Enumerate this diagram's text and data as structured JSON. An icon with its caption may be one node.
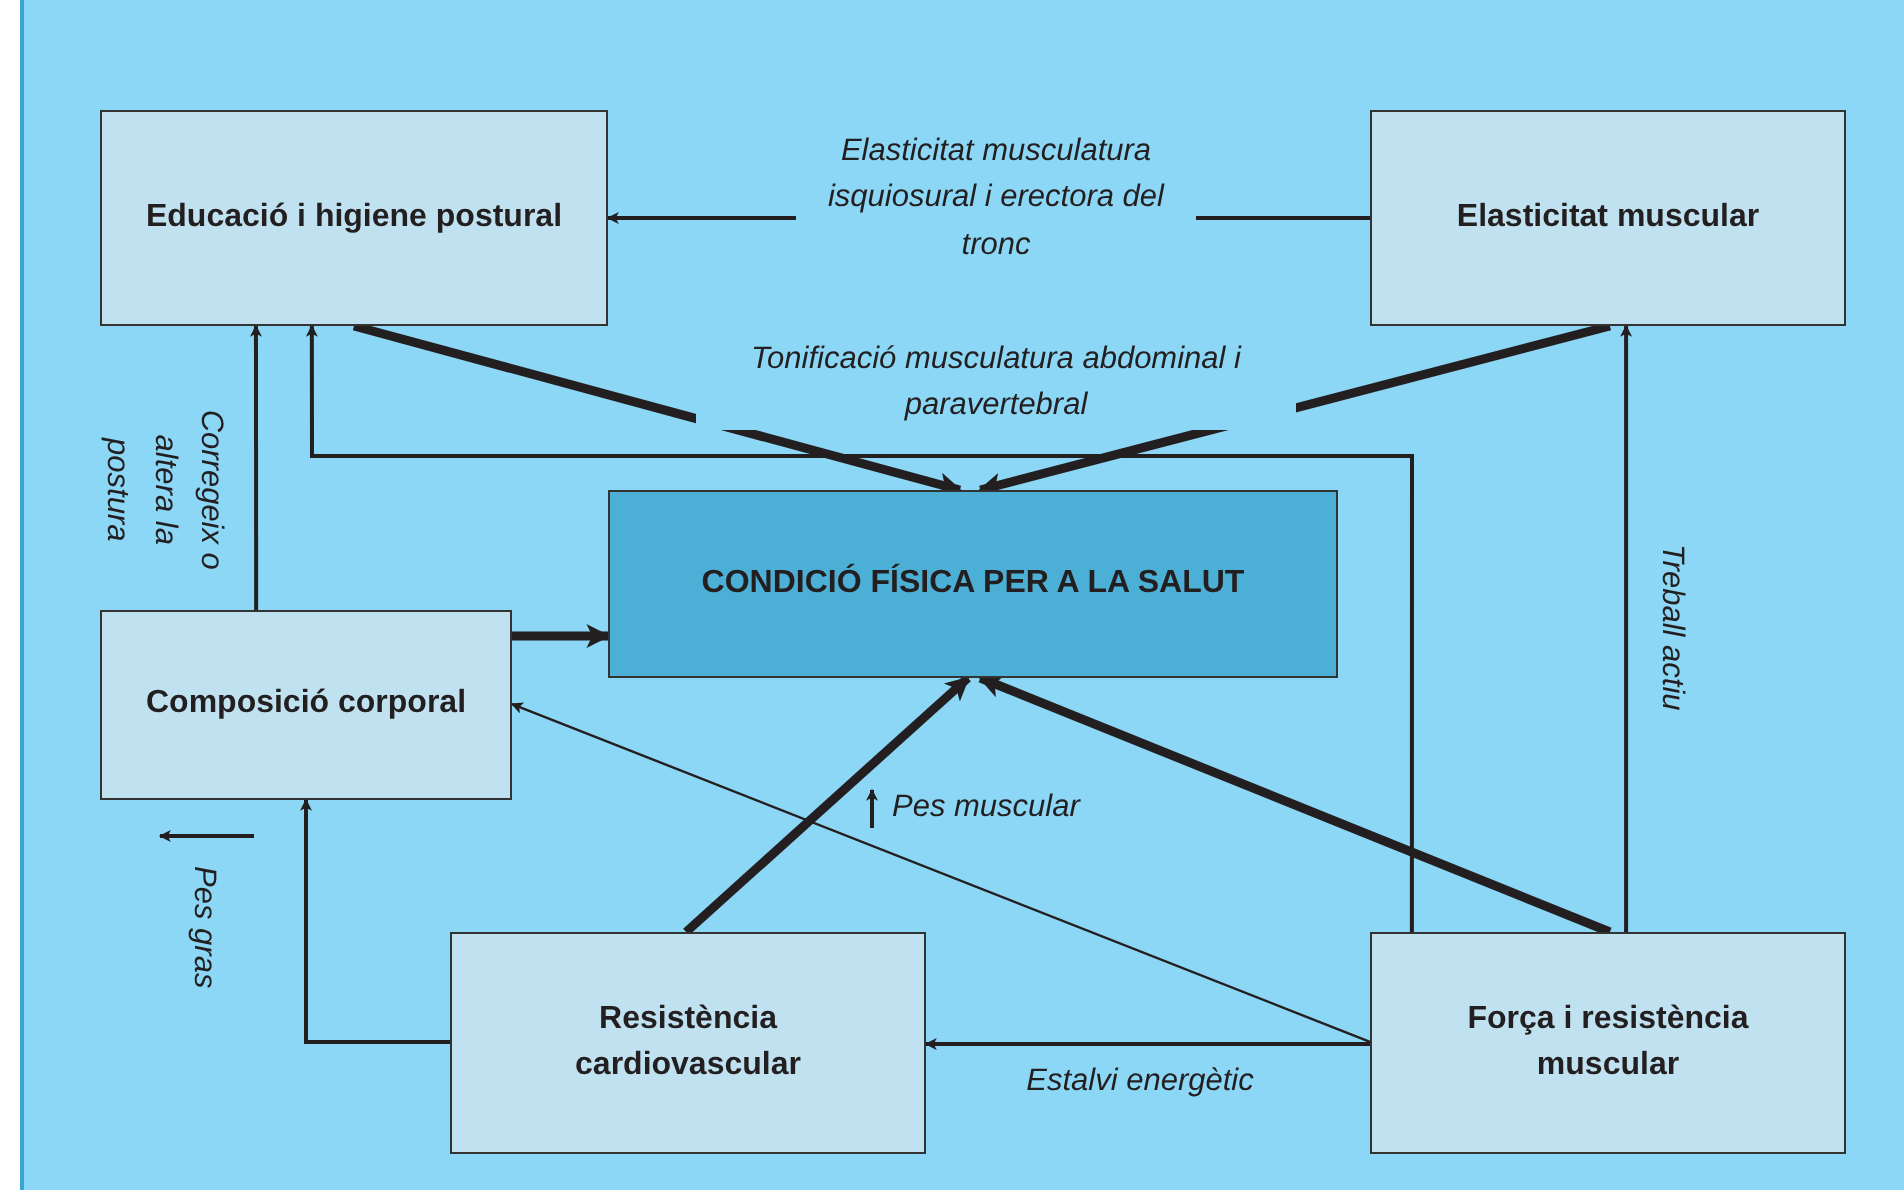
{
  "diagram": {
    "nodes": [
      {
        "text": [
          "Educació i higiene postural"
        ]
      },
      {
        "text": [
          "Elasticitat muscular"
        ]
      },
      {
        "text": [
          "CONDICIÓ FÍSICA PER A LA SALUT"
        ]
      },
      {
        "text": [
          "Composició corporal"
        ]
      },
      {
        "text": [
          "Resistència cardiovascular"
        ]
      },
      {
        "text": [
          "Força i resistència muscular"
        ]
      }
    ],
    "edges": [
      {
        "from": 1,
        "to": 0,
        "arrow": "to",
        "label": "Elasticitat musculatura isquiosural i erectora del tronc"
      },
      {
        "from": 0,
        "to": 2,
        "arrow": "to",
        "style": "thick"
      },
      {
        "from": 1,
        "to": 2,
        "arrow": "to",
        "style": "thick"
      },
      {
        "from": 3,
        "to": 0,
        "arrow": "to",
        "label": "Corregeix o altera la postura"
      },
      {
        "from": 5,
        "to": 0,
        "arrow": "to"
      },
      {
        "from": 5,
        "to": 1,
        "arrow": "to",
        "label": "Treball actiu"
      },
      {
        "from": 3,
        "to": 2,
        "arrow": "to",
        "style": "thick"
      },
      {
        "from": 5,
        "to": 3,
        "arrow": "to"
      },
      {
        "from": 4,
        "to": 2,
        "arrow": "to",
        "style": "thick"
      },
      {
        "from": 5,
        "to": 2,
        "arrow": "to",
        "style": "thick"
      },
      {
        "from": 5,
        "to": 4,
        "arrow": "to",
        "label": "Estalvi energètic"
      },
      {
        "from": 4,
        "to": 3,
        "arrow": "to"
      }
    ],
    "labels": [
      "Tonificació musculatura abdominal i paravertebral",
      "Pes muscular",
      "Pes gras"
    ]
  }
}
